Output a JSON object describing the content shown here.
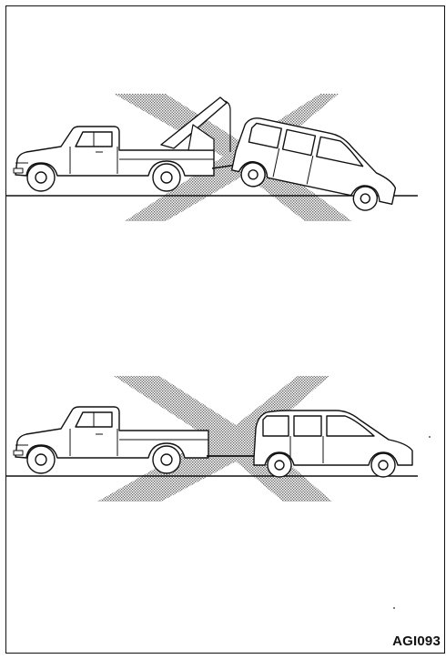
{
  "figure_code": "AGI093",
  "colors": {
    "line": "#111111",
    "cross_shade": "#9a9a9a",
    "background": "#ffffff"
  },
  "scenes": [
    {
      "name": "tow-truck-lifting-rear-wheels",
      "prohibited": true
    },
    {
      "name": "pickup-towing-with-all-wheels-down",
      "prohibited": true
    }
  ]
}
